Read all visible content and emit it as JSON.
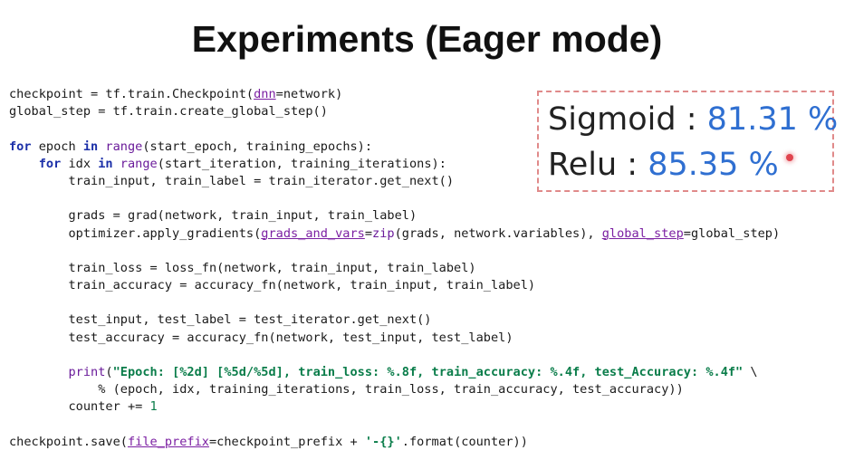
{
  "slide": {
    "title": "Experiments (Eager mode)"
  },
  "results": [
    {
      "label": "Sigmoid : ",
      "value": "81.31 %"
    },
    {
      "label": "Relu : ",
      "value": "85.35 %"
    }
  ],
  "colors": {
    "keyword": "#1b2fa8",
    "builtin": "#6a1b9a",
    "kwarg": "#7b1fa2",
    "string": "#0a7d4a",
    "result_value": "#2f6fd1",
    "box_border": "#e08a8a",
    "pointer": "#e0444e"
  },
  "code": [
    [
      {
        "t": "p",
        "v": "checkpoint = tf.train.Checkpoint("
      },
      {
        "t": "a",
        "v": "dnn"
      },
      {
        "t": "p",
        "v": "=network)"
      }
    ],
    [
      {
        "t": "p",
        "v": "global_step = tf.train.create_global_step()"
      }
    ],
    [],
    [
      {
        "t": "k",
        "v": "for"
      },
      {
        "t": "p",
        "v": " epoch "
      },
      {
        "t": "k",
        "v": "in"
      },
      {
        "t": "p",
        "v": " "
      },
      {
        "t": "f",
        "v": "range"
      },
      {
        "t": "p",
        "v": "(start_epoch, training_epochs):"
      }
    ],
    [
      {
        "t": "p",
        "v": "    "
      },
      {
        "t": "k",
        "v": "for"
      },
      {
        "t": "p",
        "v": " idx "
      },
      {
        "t": "k",
        "v": "in"
      },
      {
        "t": "p",
        "v": " "
      },
      {
        "t": "f",
        "v": "range"
      },
      {
        "t": "p",
        "v": "(start_iteration, training_iterations):"
      }
    ],
    [
      {
        "t": "p",
        "v": "        train_input, train_label = train_iterator.get_next()"
      }
    ],
    [],
    [
      {
        "t": "p",
        "v": "        grads = grad(network, train_input, train_label)"
      }
    ],
    [
      {
        "t": "p",
        "v": "        optimizer.apply_gradients("
      },
      {
        "t": "a",
        "v": "grads_and_vars"
      },
      {
        "t": "p",
        "v": "="
      },
      {
        "t": "f",
        "v": "zip"
      },
      {
        "t": "p",
        "v": "(grads, network.variables), "
      },
      {
        "t": "a",
        "v": "global_step"
      },
      {
        "t": "p",
        "v": "=global_step)"
      }
    ],
    [],
    [
      {
        "t": "p",
        "v": "        train_loss = loss_fn(network, train_input, train_label)"
      }
    ],
    [
      {
        "t": "p",
        "v": "        train_accuracy = accuracy_fn(network, train_input, train_label)"
      }
    ],
    [],
    [
      {
        "t": "p",
        "v": "        test_input, test_label = test_iterator.get_next()"
      }
    ],
    [
      {
        "t": "p",
        "v": "        test_accuracy = accuracy_fn(network, test_input, test_label)"
      }
    ],
    [],
    [
      {
        "t": "p",
        "v": "        "
      },
      {
        "t": "f",
        "v": "print"
      },
      {
        "t": "p",
        "v": "("
      },
      {
        "t": "s",
        "v": "\"Epoch: [%2d] [%5d/%5d], train_loss: %.8f, train_accuracy: %.4f, test_Accuracy: %.4f\""
      },
      {
        "t": "p",
        "v": " \\"
      }
    ],
    [
      {
        "t": "p",
        "v": "            % (epoch, idx, training_iterations, train_loss, train_accuracy, test_accuracy))"
      }
    ],
    [
      {
        "t": "p",
        "v": "        counter += "
      },
      {
        "t": "n",
        "v": "1"
      }
    ],
    [],
    [
      {
        "t": "p",
        "v": "checkpoint.save("
      },
      {
        "t": "a",
        "v": "file_prefix"
      },
      {
        "t": "p",
        "v": "=checkpoint_prefix + "
      },
      {
        "t": "s",
        "v": "'-{}'"
      },
      {
        "t": "p",
        "v": ".format(counter))"
      }
    ]
  ]
}
